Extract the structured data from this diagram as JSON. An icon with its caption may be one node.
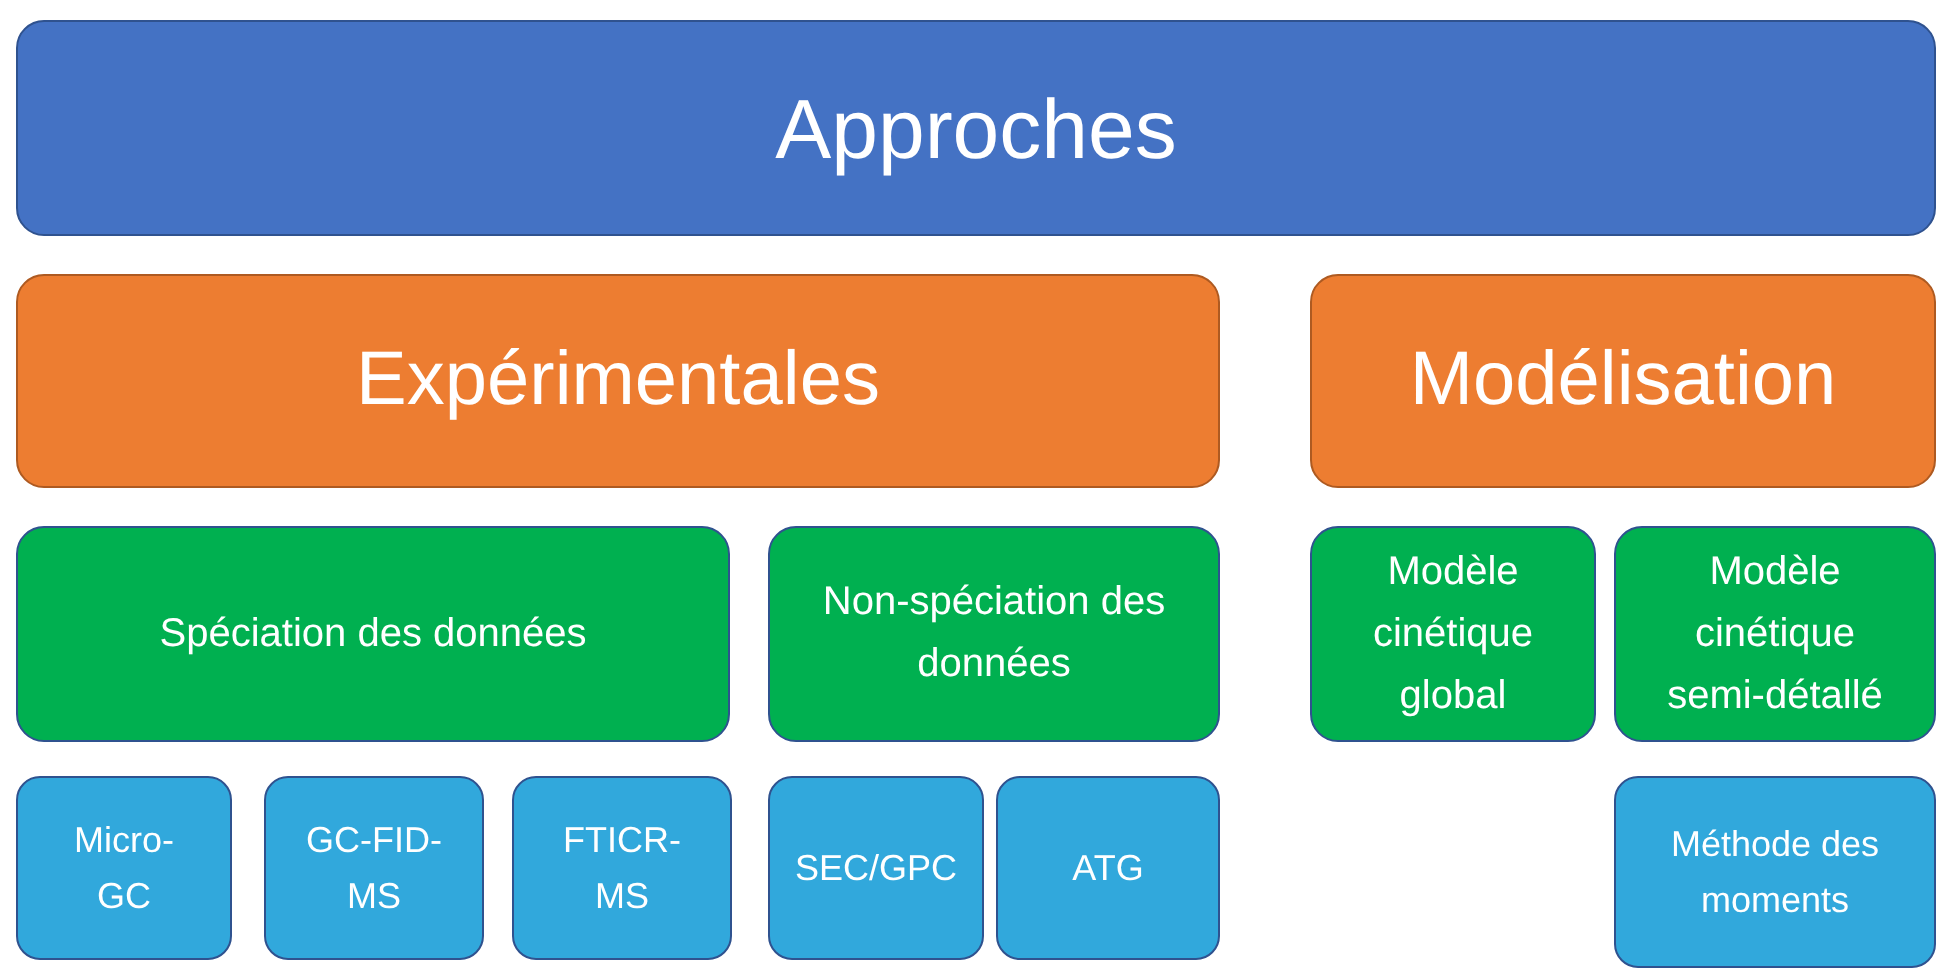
{
  "diagram": {
    "nodes": [
      {
        "text": [
          "Approches"
        ]
      },
      {
        "text": [
          "Expérimentales"
        ]
      },
      {
        "text": [
          "Modélisation"
        ]
      },
      {
        "text": [
          "Spéciation des données"
        ]
      },
      {
        "text": [
          "Non-spéciation des données"
        ]
      },
      {
        "text": [
          "Modèle cinétique global"
        ]
      },
      {
        "text": [
          "Modèle cinétique semi-détallé"
        ]
      },
      {
        "text": [
          "Micro-GC"
        ]
      },
      {
        "text": [
          "GC-FID-MS"
        ]
      },
      {
        "text": [
          "FTICR-MS"
        ]
      },
      {
        "text": [
          "SEC/GPC"
        ]
      },
      {
        "text": [
          "ATG"
        ]
      },
      {
        "text": [
          "Méthode des moments"
        ]
      }
    ]
  }
}
